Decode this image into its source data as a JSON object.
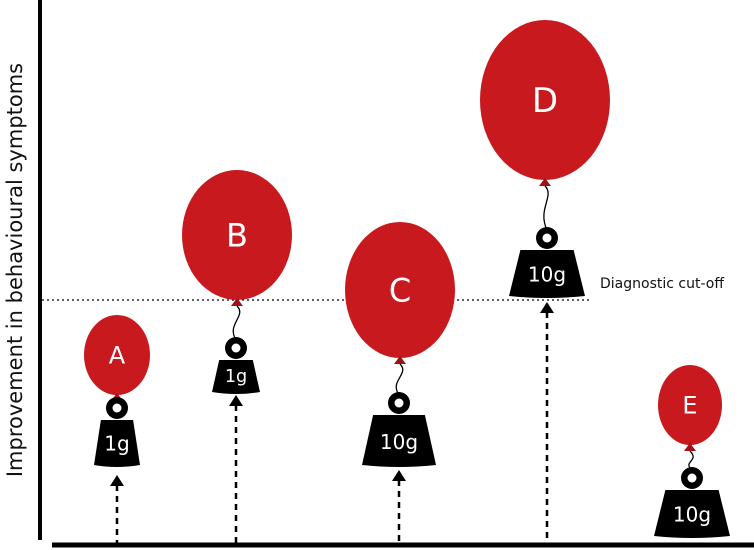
{
  "y_axis_label": "Improvement in behavioural symptoms",
  "cutoff_label": "Diagnostic cut-off",
  "colors": {
    "balloon": "#c8191e",
    "weight": "#000000",
    "axis": "#000000"
  },
  "items": [
    {
      "label": "A",
      "weight": "1g",
      "above_cutoff": false
    },
    {
      "label": "B",
      "weight": "1g",
      "above_cutoff": true
    },
    {
      "label": "C",
      "weight": "10g",
      "above_cutoff": true
    },
    {
      "label": "D",
      "weight": "10g",
      "above_cutoff": true
    },
    {
      "label": "E",
      "weight": "10g",
      "above_cutoff": false
    }
  ]
}
